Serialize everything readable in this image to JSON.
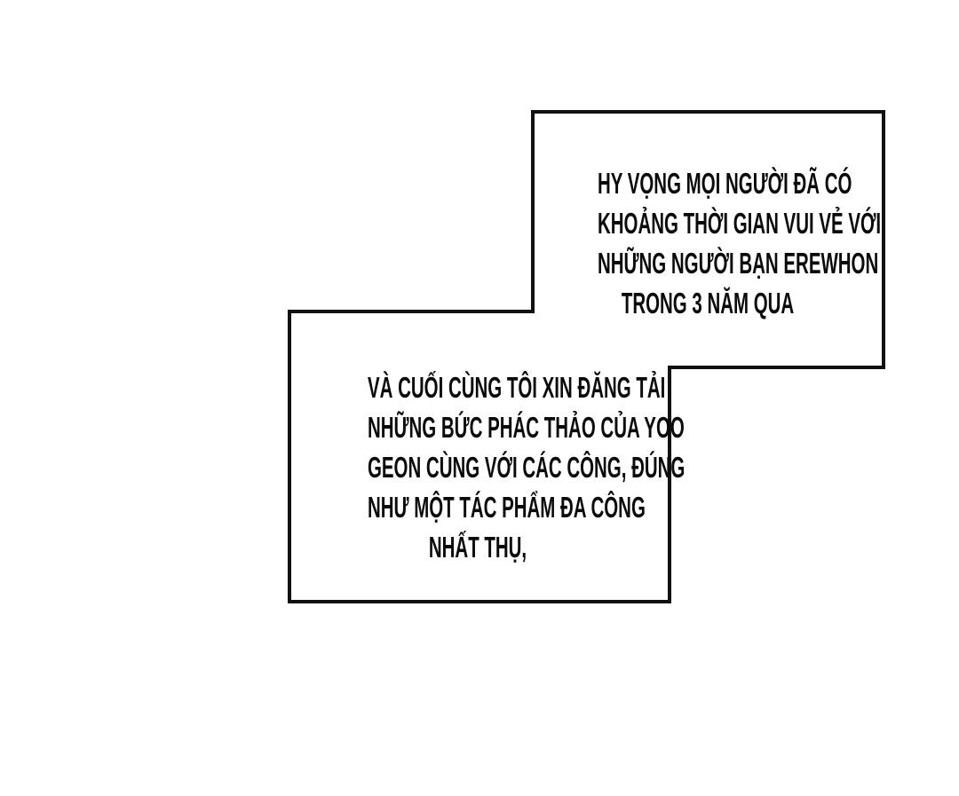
{
  "panel": {
    "top_caption": [
      "HY VỌNG MỌI NGƯỜI ĐÃ CÓ",
      "KHOẢNG THỜI GIAN VUI VẺ VỚI",
      "NHỮNG NGƯỜI BẠN EREWHON",
      "TRONG 3 NĂM QUA"
    ],
    "bottom_caption": [
      "VÀ CUỐI CÙNG TÔI XIN ĐĂNG TẢI",
      "NHỮNG BỨC PHÁC THẢO CỦA YOO",
      "GEON CÙNG VỚI CÁC CÔNG, ĐÚNG",
      "NHƯ MỘT TÁC PHẨM ĐA CÔNG",
      "NHẤT THỤ,"
    ],
    "colors": {
      "border": "#111111",
      "background": "#ffffff",
      "text": "#0a0a0a"
    }
  }
}
